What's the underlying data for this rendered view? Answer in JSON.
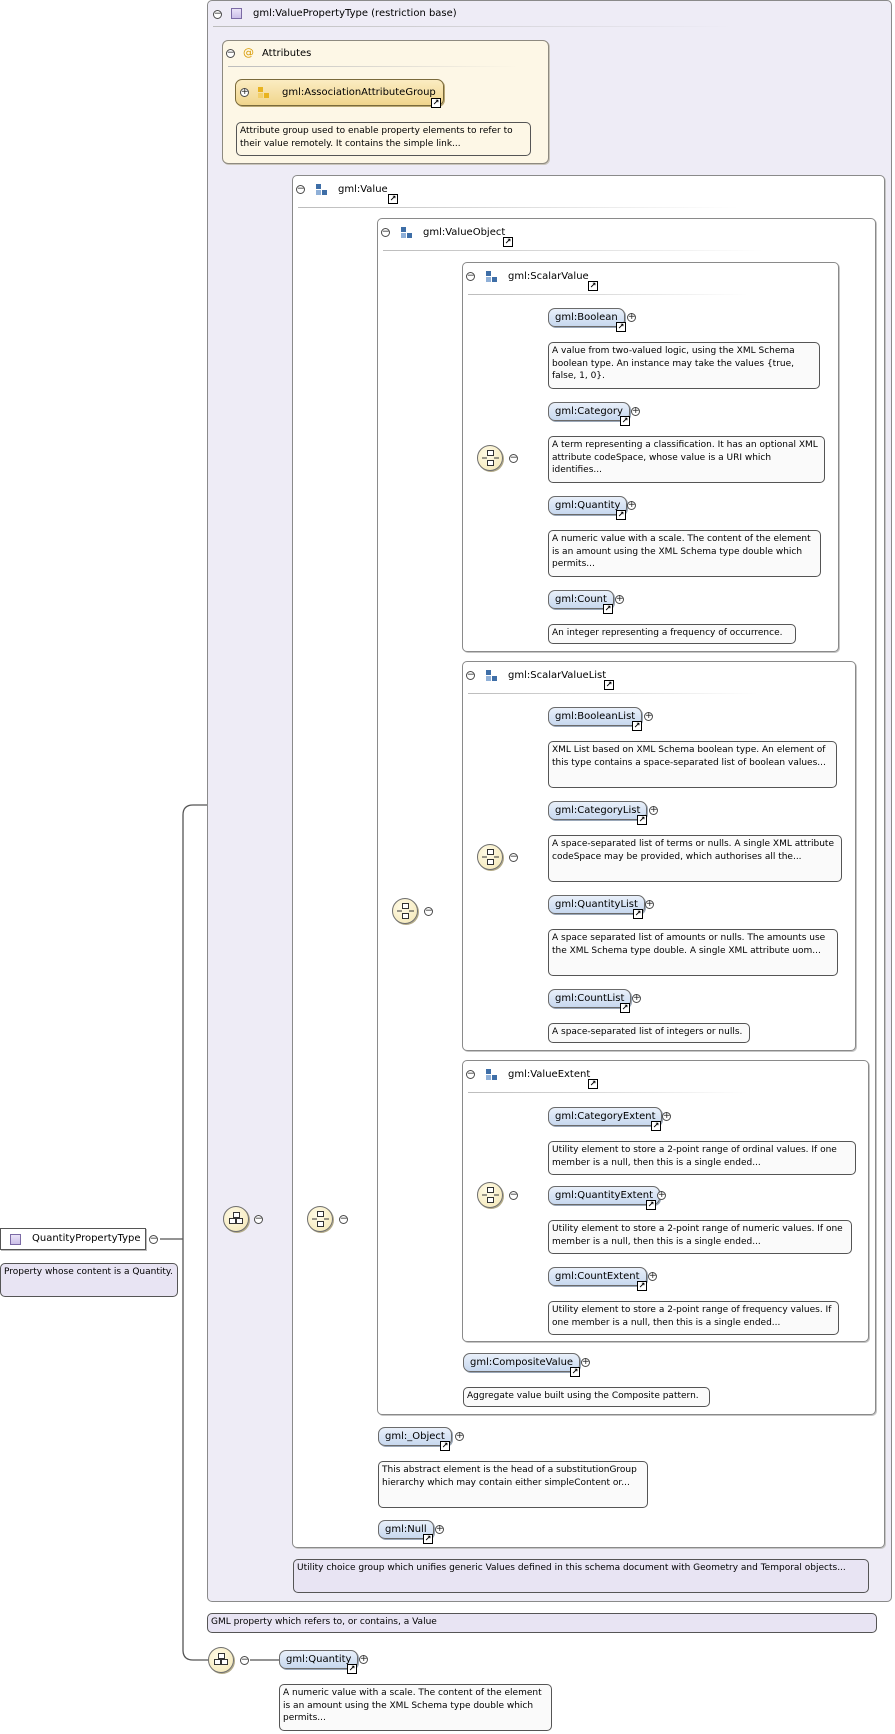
{
  "root": {
    "name": "QuantityPropertyType",
    "doc": "Property whose content is a Quantity."
  },
  "restriction": {
    "title": "gml:ValuePropertyType (restriction base)",
    "doc": "GML property which refers to, or contains, a Value"
  },
  "attributes": {
    "title": "Attributes",
    "group_name": "gml:AssociationAttributeGroup",
    "group_doc": "Attribute group used to enable property elements to refer to their value remotely. It contains the simple link..."
  },
  "value_group": {
    "title": "gml:Value",
    "doc": "Utility choice group which unifies generic Values defined in this schema document with Geometry and Temporal objects..."
  },
  "value_object": {
    "title": "gml:ValueObject"
  },
  "scalar_value": {
    "title": "gml:ScalarValue",
    "items": [
      {
        "name": "gml:Boolean",
        "doc": "A value from two-valued logic, using the XML Schema boolean type. An instance may take the values {true, false, 1, 0}."
      },
      {
        "name": "gml:Category",
        "doc": "A term representing a classification. It has an optional XML attribute codeSpace, whose value is a URI which identifies..."
      },
      {
        "name": "gml:Quantity",
        "doc": "A numeric value with a scale. The content of the element is an amount using the XML Schema type double which permits..."
      },
      {
        "name": "gml:Count",
        "doc": "An integer representing a frequency of occurrence."
      }
    ]
  },
  "scalar_value_list": {
    "title": "gml:ScalarValueList",
    "items": [
      {
        "name": "gml:BooleanList",
        "doc": "XML List based on XML Schema boolean type. An element of this type contains a space-separated list of boolean values..."
      },
      {
        "name": "gml:CategoryList",
        "doc": "A space-separated list of terms or nulls. A single XML attribute codeSpace may be provided, which authorises all the..."
      },
      {
        "name": "gml:QuantityList",
        "doc": "A space separated list of amounts or nulls. The amounts use the XML Schema type double. A single XML attribute uom..."
      },
      {
        "name": "gml:CountList",
        "doc": "A space-separated list of integers or nulls."
      }
    ]
  },
  "value_extent": {
    "title": "gml:ValueExtent",
    "items": [
      {
        "name": "gml:CategoryExtent",
        "doc": "Utility element to store a 2-point range of ordinal values. If one member is a null, then this is a single ended..."
      },
      {
        "name": "gml:QuantityExtent",
        "doc": "Utility element to store a 2-point range of numeric values. If one member is a null, then this is a single ended..."
      },
      {
        "name": "gml:CountExtent",
        "doc": "Utility element to store a 2-point range of frequency values. If one member is a null, then this is a single ended..."
      }
    ]
  },
  "composite_value": {
    "name": "gml:CompositeValue",
    "doc": "Aggregate value built using the Composite pattern."
  },
  "object_el": {
    "name": "gml:_Object",
    "doc": "This abstract element is the head of a substitutionGroup hierarchy which may contain either simpleContent or..."
  },
  "null_el": {
    "name": "gml:Null"
  },
  "quantity_el": {
    "name": "gml:Quantity",
    "doc": "A numeric value with a scale. The content of the element is an amount using the XML Schema type double which permits..."
  }
}
